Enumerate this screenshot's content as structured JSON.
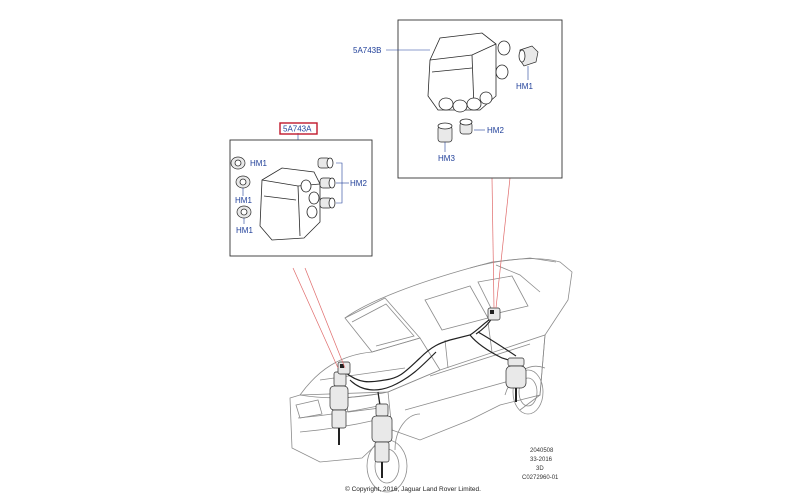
{
  "labels": {
    "callout_b": "5A743B",
    "callout_a": "5A743A",
    "hm1": "HM1",
    "hm2": "HM2",
    "hm3": "HM3"
  },
  "reference": {
    "line1": "2040508",
    "line2": "33-2016",
    "line3": "3D",
    "line4": "C0272960-01"
  },
  "copyright": "© Copyright, 2016, Jaguar Land Rover Limited.",
  "colors": {
    "label_text": "#1f3f99",
    "highlight_box": "#c0182c",
    "indicator_lines": "#e06a6a"
  }
}
